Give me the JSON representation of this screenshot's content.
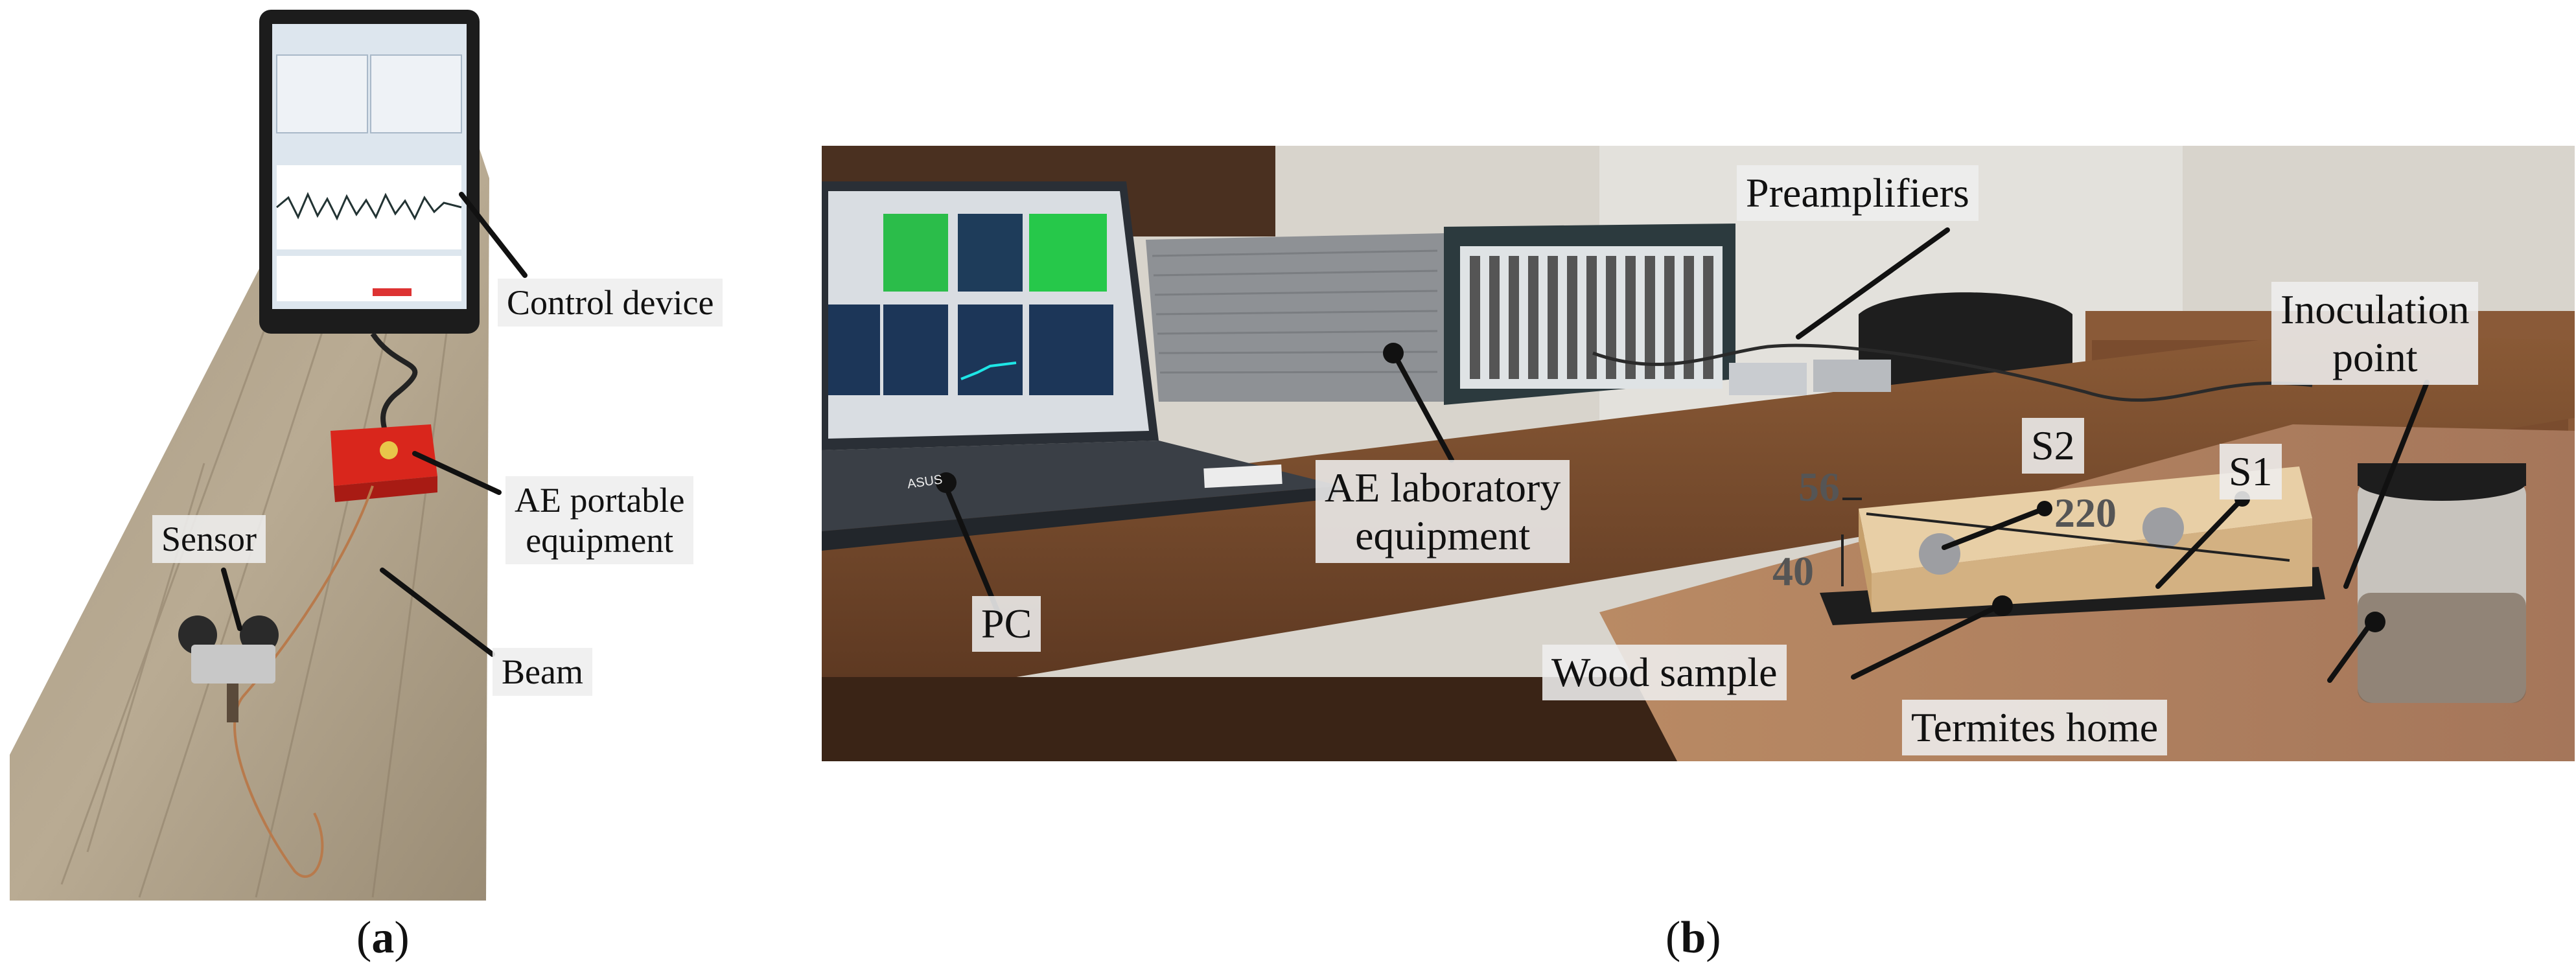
{
  "panel_a": {
    "labels": {
      "control_device": "Control device",
      "ae_portable_1": "AE portable",
      "ae_portable_2": "equipment",
      "sensor": "Sensor",
      "beam": "Beam"
    },
    "caption": {
      "open": "(",
      "letter": "a",
      "close": ")"
    }
  },
  "panel_b": {
    "labels": {
      "preamplifiers": "Preamplifiers",
      "inoculation_1": "Inoculation",
      "inoculation_2": "point",
      "s2": "S2",
      "s1": "S1",
      "ae_lab_1": "AE laboratory",
      "ae_lab_2": "equipment",
      "pc": "PC",
      "wood_sample": "Wood sample",
      "termites_home": "Termites home"
    },
    "dimensions": {
      "width": "56",
      "height": "40",
      "length": "220"
    },
    "laptop_brand": "ASUS",
    "caption": {
      "open": "(",
      "letter": "b",
      "close": ")"
    }
  },
  "colors": {
    "leader_line": "#111111",
    "label_bg": "#eeeeee",
    "ae_box": "#d9261c",
    "dimension_text": "#555555"
  }
}
